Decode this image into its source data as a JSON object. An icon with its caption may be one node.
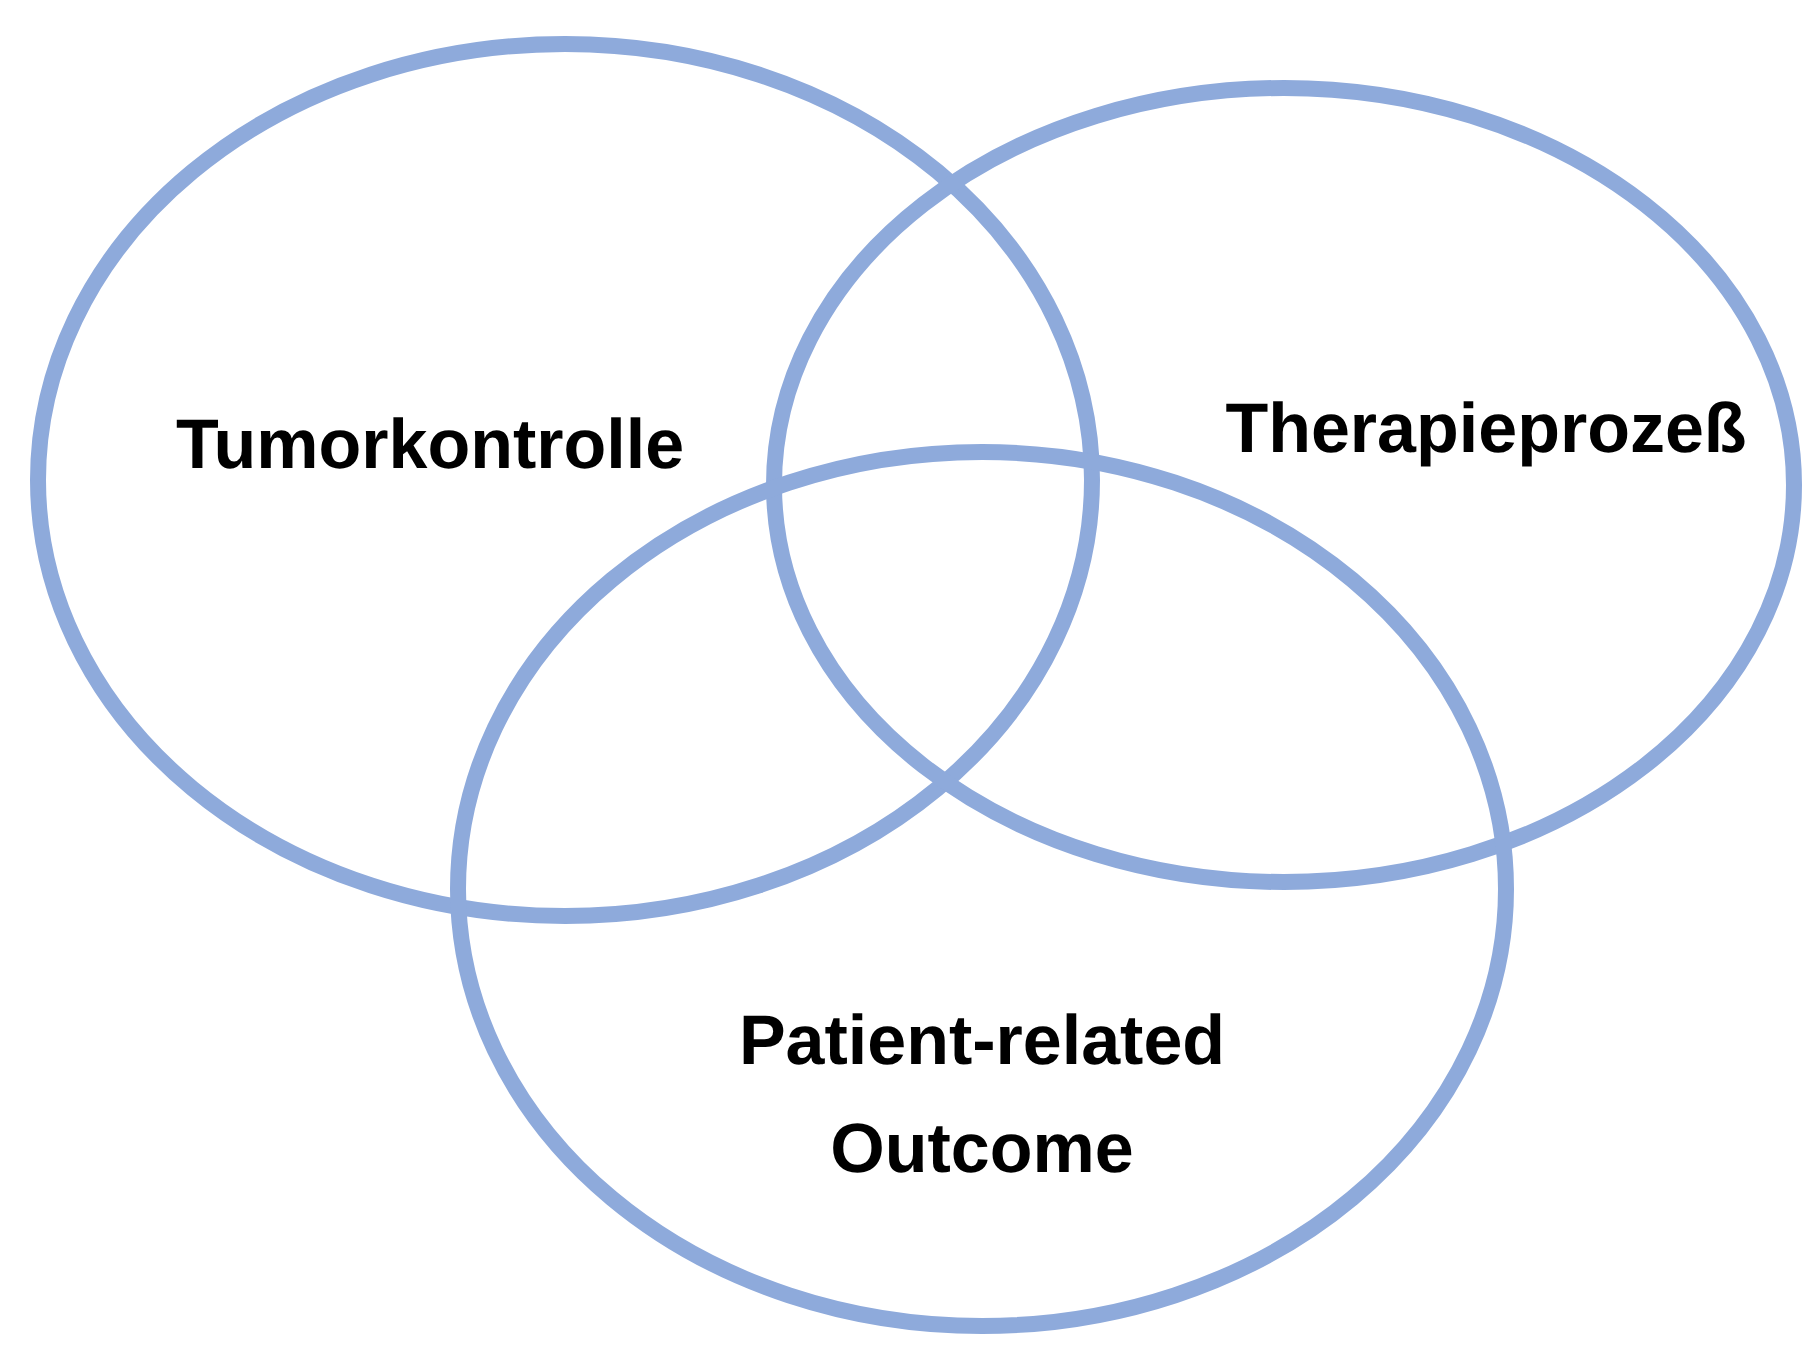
{
  "diagram": {
    "nodes": [
      {
        "text": [
          "Tumorkontrolle"
        ]
      },
      {
        "text": [
          "Therapieprozeß"
        ]
      },
      {
        "text": [
          "Patient-related Outcome"
        ]
      }
    ]
  }
}
